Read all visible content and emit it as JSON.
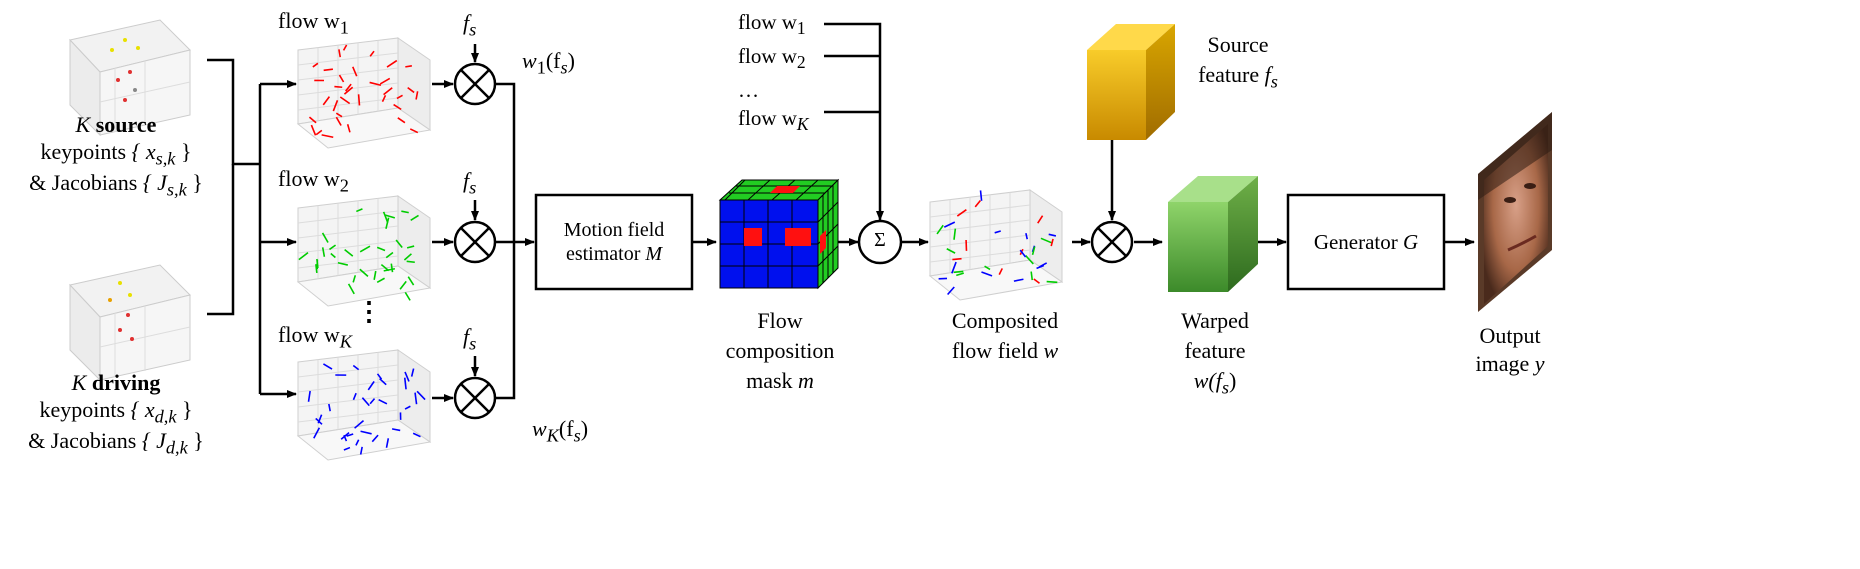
{
  "left": {
    "source": {
      "line1_pre": "K",
      "line1_bold": "source",
      "line2_text": "keypoints",
      "line2_math": "{ x",
      "line2_sub": "s,k",
      "line2_end": " }",
      "line3_text": "& Jacobians",
      "line3_math": "{ J",
      "line3_sub": "s,k",
      "line3_end": " }"
    },
    "driving": {
      "line1_pre": "K",
      "line1_bold": "driving",
      "line2_text": "keypoints",
      "line2_math": "{ x",
      "line2_sub": "d,k",
      "line2_end": " }",
      "line3_text": "& Jacobians",
      "line3_math": "{ J",
      "line3_sub": "d,k",
      "line3_end": " }"
    }
  },
  "flows": [
    {
      "label": "flow w",
      "sub": "1",
      "out_label": "w",
      "out_sub": "1",
      "out_arg": "(f",
      "out_arg_sub": "s",
      "out_end": ")"
    },
    {
      "label": "flow w",
      "sub": "2"
    },
    {
      "label": "flow w",
      "sub": "K",
      "out_label": "w",
      "out_sub": "K",
      "out_arg": "(f",
      "out_arg_sub": "s",
      "out_end": ")"
    }
  ],
  "ellipsis_vertical": "⋮",
  "fs_label": "f",
  "fs_sub": "s",
  "motion_box": {
    "line1": "Motion field",
    "line2": "estimator",
    "line2_math": "M"
  },
  "flow_list": [
    {
      "text": "flow w",
      "sub": "1"
    },
    {
      "text": "flow w",
      "sub": "2"
    },
    {
      "text": "…",
      "sub": ""
    },
    {
      "text": "flow w",
      "sub": "K"
    }
  ],
  "sum_symbol": "Σ",
  "mask_caption": {
    "line1": "Flow",
    "line2": "composition",
    "line3": "mask",
    "line3_math": "m"
  },
  "composited_caption": {
    "line1": "Composited",
    "line2": "flow field",
    "line2_math": "w"
  },
  "source_feature": {
    "line1": "Source",
    "line2": "feature",
    "line2_math": "f",
    "line2_sub": "s"
  },
  "warped_caption": {
    "line1": "Warped",
    "line2": "feature",
    "line3_math": "w(f",
    "line3_sub": "s",
    "line3_end": ")"
  },
  "generator": {
    "label": "Generator",
    "math": "G"
  },
  "output_caption": {
    "line1": "Output",
    "line2": "image",
    "line2_math": "y"
  },
  "colors": {
    "flow1": "#ff0000",
    "flow2": "#00cc00",
    "flowK": "#0000ff",
    "mask_blue": "#0010ee",
    "mask_red": "#ff1010",
    "mask_green": "#22cc22",
    "source_cube": "#e8b000",
    "warped_cube": "#5aa83c"
  }
}
